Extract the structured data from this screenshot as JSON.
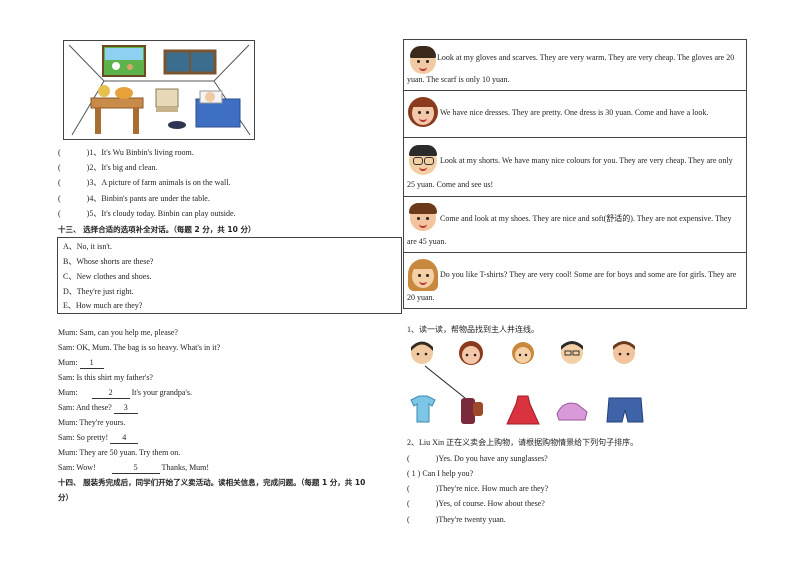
{
  "q12": {
    "items": [
      {
        "paren": "(",
        "close": ")1、It's Wu Binbin's living room."
      },
      {
        "paren": "(",
        "close": ")2、It's big and clean."
      },
      {
        "paren": "(",
        "close": ")3、A picture of farm animals is on the wall."
      },
      {
        "paren": "(",
        "close": ")4、Binbin's pants are under the table."
      },
      {
        "paren": "(",
        "close": ")5、It's cloudy today. Binbin can play outside."
      }
    ]
  },
  "q13": {
    "heading": "十三、 选择合适的选项补全对话。（每题 2 分，共 10 分）",
    "options": [
      "A、No, it isn't.",
      "B、Whose shorts are these?",
      "C、New clothes and shoes.",
      "D、They're just right.",
      "E、How much are they?"
    ],
    "dialogue": [
      {
        "pre": "Mum: Sam, can you help me, please?",
        "blank": "",
        "post": ""
      },
      {
        "pre": "Sam: OK, Mum. The bag is so heavy. What's in it?",
        "blank": "",
        "post": ""
      },
      {
        "pre": "Mum: ",
        "blank": "1",
        "post": ""
      },
      {
        "pre": "Sam: Is this shirt my father's?",
        "blank": "",
        "post": ""
      },
      {
        "pre": "Mum: ",
        "blank": "2",
        "post": " It's your grandpa's."
      },
      {
        "pre": "Sam: And these? ",
        "blank": "3",
        "post": ""
      },
      {
        "pre": "Mum: They're yours.",
        "blank": "",
        "post": ""
      },
      {
        "pre": "Sam: So pretty! ",
        "blank": "4",
        "post": ""
      },
      {
        "pre": "Mum: They are 50 yuan. Try them on.",
        "blank": "",
        "post": ""
      },
      {
        "pre": "Sam: Wow! ",
        "blank": "5",
        "post": " Thanks, Mum!"
      }
    ]
  },
  "q14": {
    "heading_line1": "十四、 服装秀完成后，同学们开始了义卖活动。读相关信息，完成问题。（每题 1 分，共 10",
    "heading_line2": "分）"
  },
  "sellers": [
    {
      "line1": "Look at my gloves and scarves. They are very warm. They are very cheap. The gloves are 20",
      "line2": "yuan. The scarf is only 10 yuan.",
      "face": "#f1c9a2",
      "hair": "#3a2a1e"
    },
    {
      "line1": "We have nice dresses. They are pretty. One dress is 30 yuan. Come and have a look.",
      "line2": "",
      "face": "#f4c7a8",
      "hair": "#8a3b1e"
    },
    {
      "line1": "Look at my shorts. We have many nice colours for you. They are very cheap. They are only",
      "line2": "25 yuan. Come and see us!",
      "face": "#f3cfa5",
      "hair": "#2b2b2b"
    },
    {
      "line1": "Come and look at my shoes. They are nice and soft(舒适的). They are not expensive. They",
      "line2": "are 45 yuan.",
      "face": "#f2c39c",
      "hair": "#6b3a1a"
    },
    {
      "line1": "Do you like T-shirts? They are very cool! Some are for boys and some are for girls. They are",
      "line2": "20 yuan.",
      "face": "#f5cfa6",
      "hair": "#c8893e"
    }
  ],
  "match": {
    "heading": "1、读一读，帮物品找到主人并连线。",
    "items": [
      "t-shirt-icon",
      "gloves-scarf-icon",
      "dress-icon",
      "shoes-icon",
      "shorts-icon"
    ]
  },
  "order": {
    "heading": "2、Liu Xin 正在义卖会上购物，请根据购物情景给下列句子排序。",
    "lines": [
      {
        "paren": "(",
        "text": ")Yes. Do you have any sunglasses?"
      },
      {
        "paren": "( 1 )",
        "text": " Can I help you?"
      },
      {
        "paren": "(",
        "text": ")They're nice. How much are they?"
      },
      {
        "paren": "(",
        "text": ")Yes, of course. How about these?"
      },
      {
        "paren": "(",
        "text": ")They're twenty yuan."
      }
    ]
  }
}
